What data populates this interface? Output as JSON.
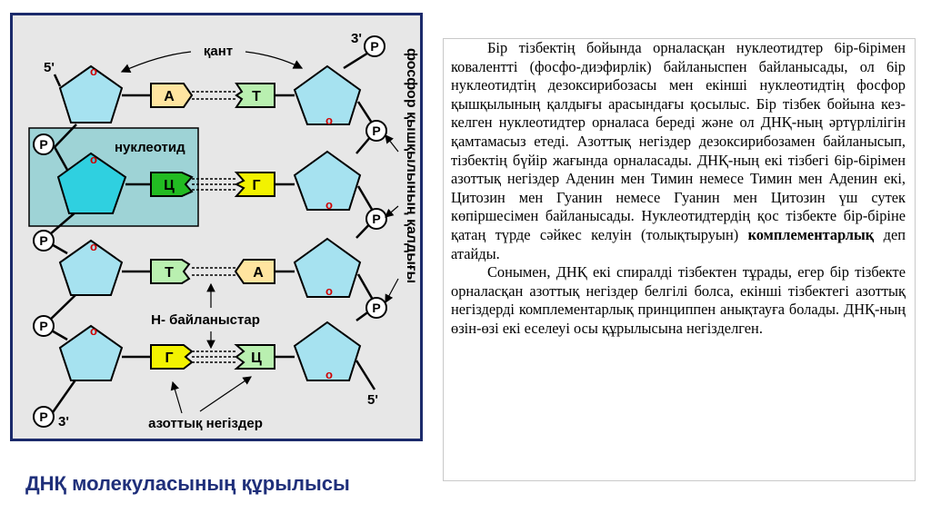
{
  "figure": {
    "label_5prime_top": "5'",
    "label_3prime_top": "3'",
    "label_5prime_bottom": "5'",
    "label_3prime_bottom": "3'",
    "label_sugar": "қант",
    "label_nucleotide": "нуклеотид",
    "label_h_bonds": "Н- байланыстар",
    "label_bases": "азоттық негіздер",
    "label_phosphate_residues": "фосфор қышқылының қалдығы",
    "sugar_oxygen": "o",
    "phosphate_symbol": "P",
    "base_pairs": [
      {
        "left": "А",
        "right": "Т"
      },
      {
        "left": "Ц",
        "right": "Г"
      },
      {
        "left": "Т",
        "right": "А"
      },
      {
        "left": "Г",
        "right": "Ц"
      }
    ]
  },
  "caption": "ДНҚ молекуласының құрылысы",
  "text": {
    "p1_part1": "Бір тізбектің бойында орналасқан нуклеотидтер 6ір-6ірімен ковалентті (фосфо-диэфирлік) байланыспен байланысады, ол 6ір нуклеотидтің дезоксирибозасы мен екінші нуклеотидтің фосфор қышқылының қалдығы арасындағы қосылыс. Бір тізбек бойына кез-келген нуклеотидтер орналаса береді және ол ДНҚ-ның әртүрлілігін қамтамасыз етеді. Азоттық негіздер дезоксирибозамен байланысып, тізбектің бүйір жағында орналасады. ДНҚ-ның екі тізбегі 6ір-6ірімен азоттық негіздер Аденин мен Тимин немесе Тимин мен Аденин екі, Цитозин мен Гуанин немесе Гуанин мен Цитозин үш сутек көпіршесімен байланысады. Нуклеотидтердің қос тізбекте бір-біріне қатаң түрде сәйкес келуін (толықтыруын) ",
    "p1_bold": "комплементарлық",
    "p1_part2": " деп атайды.",
    "p2": "Сонымен, ДНҚ екі спиралді тізбектен тұрады, егер бір тізбекте орналасқан азоттық негіздер белгілі болса, екінші тізбектегі азоттық негіздерді комплементарлық принциппен анықтауға болады. ДНҚ-ның өзін-өзі екі еселеуі осы құрылысына негізделген."
  }
}
